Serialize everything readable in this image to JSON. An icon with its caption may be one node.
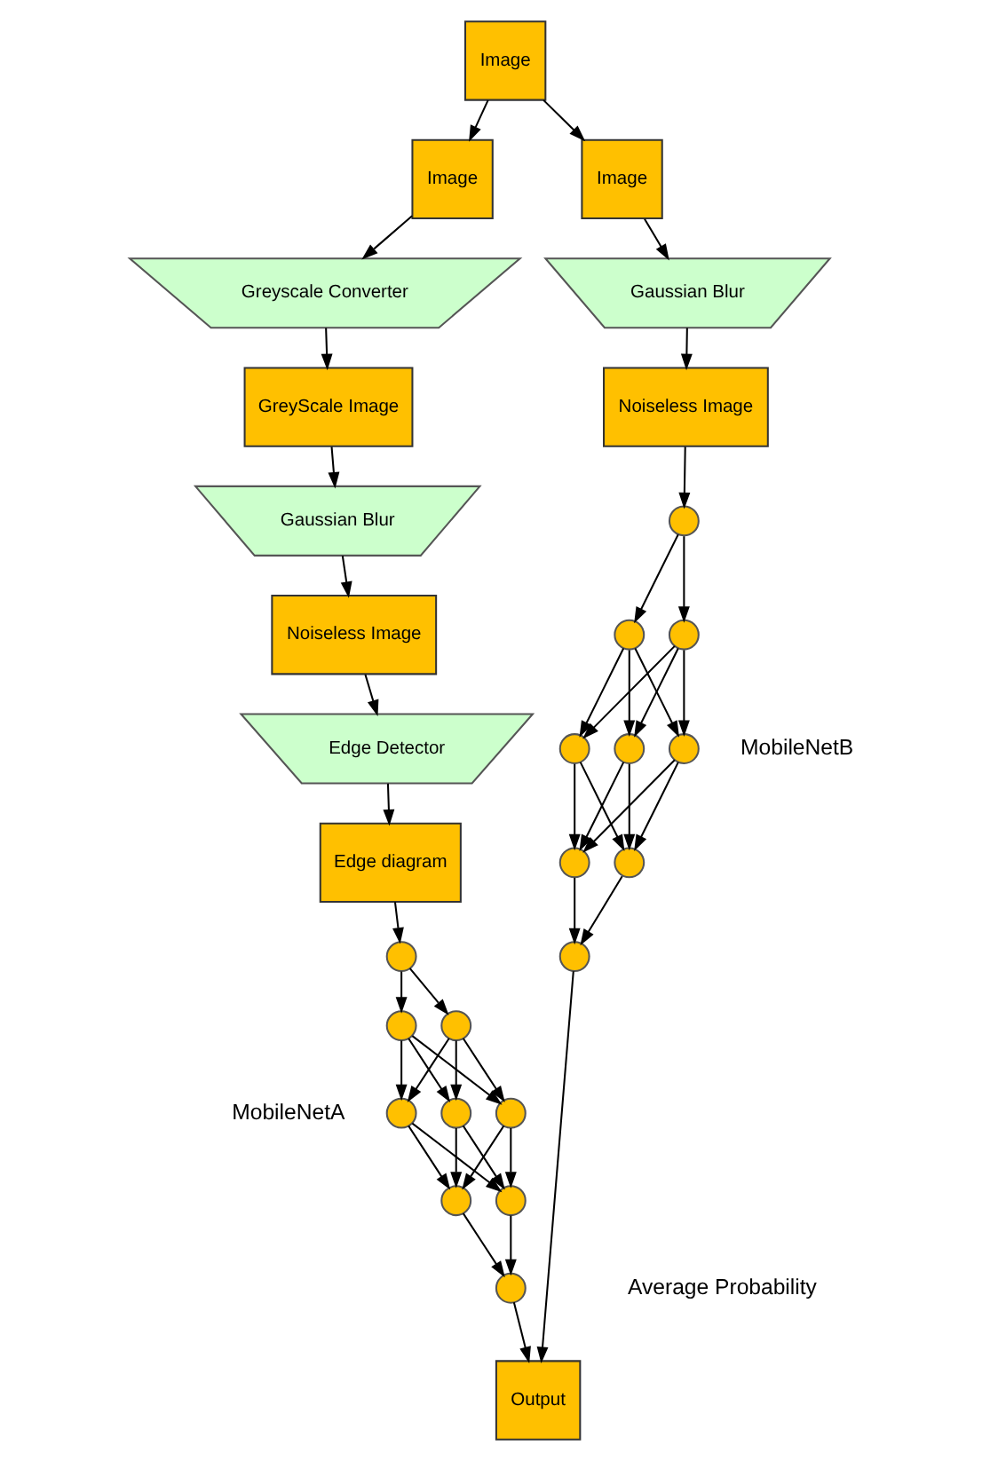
{
  "diagram": {
    "nodes": [
      {
        "text": [
          "Image"
        ]
      },
      {
        "text": [
          "Image"
        ]
      },
      {
        "text": [
          "Greyscale Converter"
        ]
      },
      {
        "text": [
          "GreyScale Image"
        ]
      },
      {
        "text": [
          "Gaussian Blur"
        ]
      },
      {
        "text": [
          "Noiseless Image"
        ]
      },
      {
        "text": [
          "Edge Detector"
        ]
      },
      {
        "text": [
          "Edge diagram"
        ]
      },
      {
        "text": [
          "Image"
        ]
      },
      {
        "text": [
          "Gaussian Blur"
        ]
      },
      {
        "text": [
          "Noiseless Image"
        ]
      },
      {
        "text": [],
        "shape": "circle"
      },
      {
        "text": [],
        "shape": "circle"
      },
      {
        "text": [],
        "shape": "circle"
      },
      {
        "text": [],
        "shape": "circle"
      },
      {
        "text": [],
        "shape": "circle"
      },
      {
        "text": [],
        "shape": "circle"
      },
      {
        "text": [],
        "shape": "circle"
      },
      {
        "text": [],
        "shape": "circle"
      },
      {
        "text": [],
        "shape": "circle"
      },
      {
        "text": [],
        "shape": "circle"
      },
      {
        "text": [],
        "shape": "circle"
      },
      {
        "text": [],
        "shape": "circle"
      },
      {
        "text": [],
        "shape": "circle"
      },
      {
        "text": [],
        "shape": "circle"
      },
      {
        "text": [],
        "shape": "circle"
      },
      {
        "text": [],
        "shape": "circle"
      },
      {
        "text": [],
        "shape": "circle"
      },
      {
        "text": [],
        "shape": "circle"
      },
      {
        "text": [
          "Output"
        ]
      }
    ],
    "edges": [
      {
        "from": 0,
        "to": 1,
        "arrow": "to"
      },
      {
        "from": 0,
        "to": 8,
        "arrow": "to"
      },
      {
        "from": 1,
        "to": 2,
        "arrow": "to"
      },
      {
        "from": 2,
        "to": 3,
        "arrow": "to"
      },
      {
        "from": 3,
        "to": 4,
        "arrow": "to"
      },
      {
        "from": 4,
        "to": 5,
        "arrow": "to"
      },
      {
        "from": 5,
        "to": 6,
        "arrow": "to"
      },
      {
        "from": 6,
        "to": 7,
        "arrow": "to"
      },
      {
        "from": 7,
        "to": 11,
        "arrow": "to"
      },
      {
        "from": 11,
        "to": 12,
        "arrow": "to"
      },
      {
        "from": 11,
        "to": 13,
        "arrow": "to"
      },
      {
        "from": 12,
        "to": 14,
        "arrow": "to"
      },
      {
        "from": 12,
        "to": 15,
        "arrow": "to"
      },
      {
        "from": 12,
        "to": 16,
        "arrow": "to"
      },
      {
        "from": 13,
        "to": 14,
        "arrow": "to"
      },
      {
        "from": 13,
        "to": 15,
        "arrow": "to"
      },
      {
        "from": 13,
        "to": 16,
        "arrow": "to"
      },
      {
        "from": 14,
        "to": 17,
        "arrow": "to"
      },
      {
        "from": 14,
        "to": 18,
        "arrow": "to"
      },
      {
        "from": 15,
        "to": 17,
        "arrow": "to"
      },
      {
        "from": 15,
        "to": 18,
        "arrow": "to"
      },
      {
        "from": 16,
        "to": 17,
        "arrow": "to"
      },
      {
        "from": 16,
        "to": 18,
        "arrow": "to"
      },
      {
        "from": 17,
        "to": 19,
        "arrow": "to"
      },
      {
        "from": 18,
        "to": 19,
        "arrow": "to"
      },
      {
        "from": 8,
        "to": 9,
        "arrow": "to"
      },
      {
        "from": 9,
        "to": 10,
        "arrow": "to"
      },
      {
        "from": 10,
        "to": 20,
        "arrow": "to"
      },
      {
        "from": 20,
        "to": 21,
        "arrow": "to"
      },
      {
        "from": 20,
        "to": 22,
        "arrow": "to"
      },
      {
        "from": 21,
        "to": 23,
        "arrow": "to"
      },
      {
        "from": 21,
        "to": 24,
        "arrow": "to"
      },
      {
        "from": 21,
        "to": 25,
        "arrow": "to"
      },
      {
        "from": 22,
        "to": 23,
        "arrow": "to"
      },
      {
        "from": 22,
        "to": 24,
        "arrow": "to"
      },
      {
        "from": 22,
        "to": 25,
        "arrow": "to"
      },
      {
        "from": 23,
        "to": 26,
        "arrow": "to"
      },
      {
        "from": 23,
        "to": 27,
        "arrow": "to"
      },
      {
        "from": 24,
        "to": 26,
        "arrow": "to"
      },
      {
        "from": 24,
        "to": 27,
        "arrow": "to"
      },
      {
        "from": 25,
        "to": 26,
        "arrow": "to"
      },
      {
        "from": 25,
        "to": 27,
        "arrow": "to"
      },
      {
        "from": 26,
        "to": 28,
        "arrow": "to"
      },
      {
        "from": 27,
        "to": 28,
        "arrow": "to"
      },
      {
        "from": 19,
        "to": 29,
        "arrow": "to"
      },
      {
        "from": 28,
        "to": 29,
        "arrow": "to"
      }
    ],
    "labels": [
      "MobileNetA",
      "MobileNetB",
      "Average Probability"
    ]
  }
}
